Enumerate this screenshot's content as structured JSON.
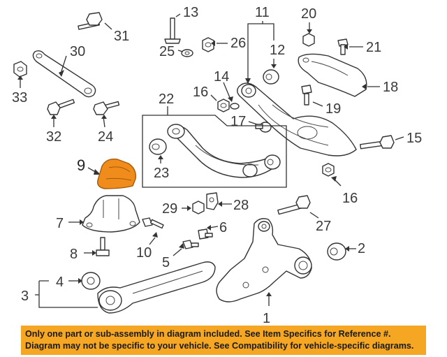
{
  "callouts": {
    "c1": "1",
    "c2": "2",
    "c3": "3",
    "c4": "4",
    "c5": "5",
    "c6": "6",
    "c7": "7",
    "c8": "8",
    "c9": "9",
    "c10": "10",
    "c11": "11",
    "c12": "12",
    "c13": "13",
    "c14": "14",
    "c15": "15",
    "c16a": "16",
    "c16b": "16",
    "c17": "17",
    "c18": "18",
    "c19": "19",
    "c20": "20",
    "c21": "21",
    "c22": "22",
    "c23": "23",
    "c24": "24",
    "c25": "25",
    "c26": "26",
    "c27": "27",
    "c28": "28",
    "c29": "29",
    "c30": "30",
    "c31": "31",
    "c32": "32",
    "c33": "33"
  },
  "colors": {
    "highlight": "#f08c1c",
    "banner": "#f5a623"
  },
  "disclaimer": {
    "line1": "Only one part or sub-assembly in diagram included. See Item Specifics for Reference #.",
    "line2": "Diagram may not be specific to your vehicle. See Compatibility for vehicle-specific diagrams."
  }
}
